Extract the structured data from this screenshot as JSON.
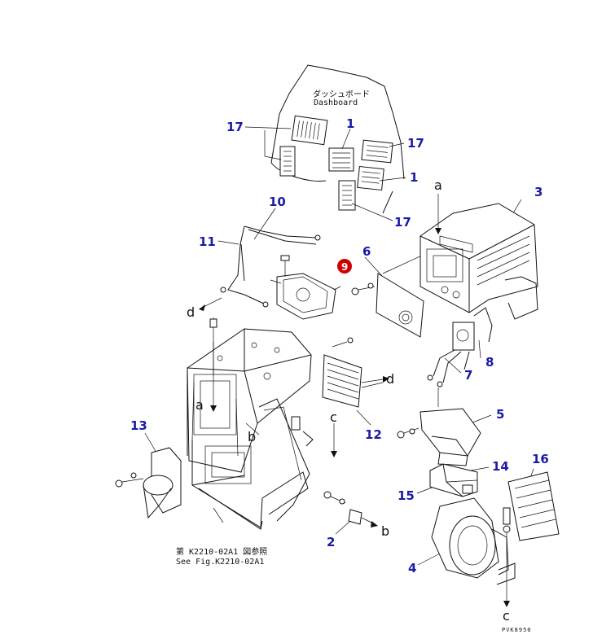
{
  "colors": {
    "callout": "#1a1aa6",
    "highlight": "#cc0000",
    "line": "#111111"
  },
  "dashboard_label": {
    "jp": "ダッシュボード",
    "en": "Dashboard"
  },
  "callouts": {
    "c1a": "1",
    "c1b": "1",
    "c2": "2",
    "c3": "3",
    "c4": "4",
    "c5": "5",
    "c6": "6",
    "c7": "7",
    "c8": "8",
    "c9": "9",
    "c10": "10",
    "c11": "11",
    "c12": "12",
    "c13": "13",
    "c14": "14",
    "c15": "15",
    "c16": "16",
    "c17a": "17",
    "c17b": "17",
    "c17c": "17"
  },
  "refs": {
    "a_top": "a",
    "a_mid": "a",
    "b_mid": "b",
    "b_bot": "b",
    "c_mid": "c",
    "c_bot": "c",
    "d_left": "d",
    "d_right": "d"
  },
  "see_fig": {
    "jp": "第 K2210-02A1 図参照",
    "en": "See Fig.K2210-02A1"
  },
  "drawing_code": "PVK8950"
}
